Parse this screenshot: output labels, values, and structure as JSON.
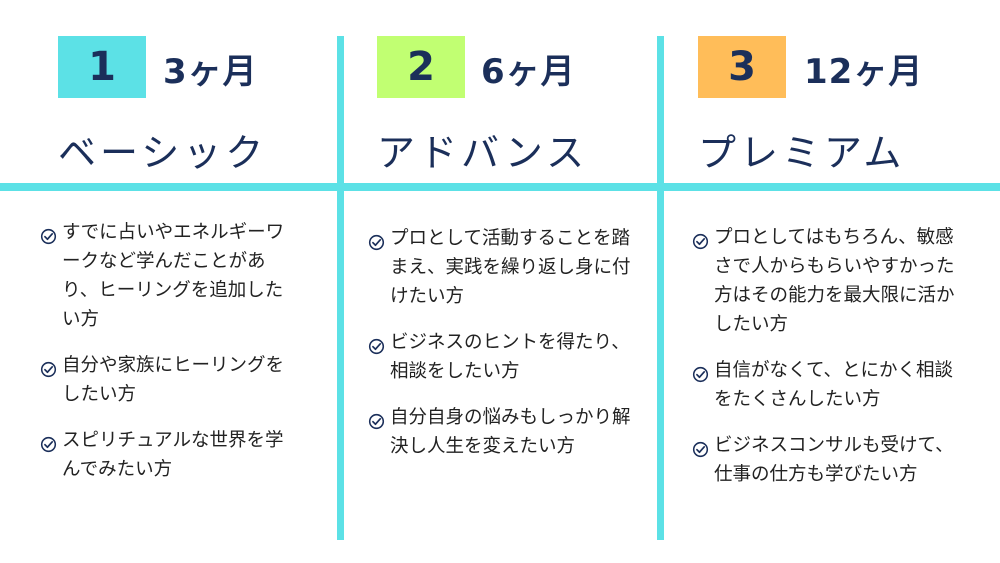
{
  "colors": {
    "divider": "#5ce1e6",
    "badge_1": "#5ce1e6",
    "badge_2": "#c1ff72",
    "badge_3": "#ffbd59",
    "heading": "#1b2f5a",
    "body_text": "#222222"
  },
  "plans": [
    {
      "number": "1",
      "duration": "3ヶ月",
      "name": "ベーシック",
      "items": [
        {
          "icon": "check-circle-icon",
          "text": "すでに占いやエネルギーワークなど学んだことがあり、ヒーリングを追加したい方"
        },
        {
          "icon": "check-circle-icon",
          "text": "自分や家族にヒーリングをしたい方"
        },
        {
          "icon": "check-circle-icon",
          "text": "スピリチュアルな世界を学んでみたい方"
        }
      ]
    },
    {
      "number": "2",
      "duration": "6ヶ月",
      "name": "アドバンス",
      "items": [
        {
          "icon": "check-circle-icon",
          "text": "プロとして活動することを踏まえ、実践を繰り返し身に付けたい方"
        },
        {
          "icon": "check-circle-icon",
          "text": "ビジネスのヒントを得たり、相談をしたい方"
        },
        {
          "icon": "check-circle-icon",
          "text": "自分自身の悩みもしっかり解決し人生を変えたい方"
        }
      ]
    },
    {
      "number": "3",
      "duration": "12ヶ月",
      "name": "プレミアム",
      "items": [
        {
          "icon": "check-circle-icon",
          "text": "プロとしてはもちろん、敏感さで人からもらいやすかった方はその能力を最大限に活かしたい方"
        },
        {
          "icon": "check-circle-icon",
          "text": "自信がなくて、とにかく相談をたくさんしたい方"
        },
        {
          "icon": "check-circle-icon",
          "text": "ビジネスコンサルも受けて、仕事の仕方も学びたい方"
        }
      ]
    }
  ]
}
